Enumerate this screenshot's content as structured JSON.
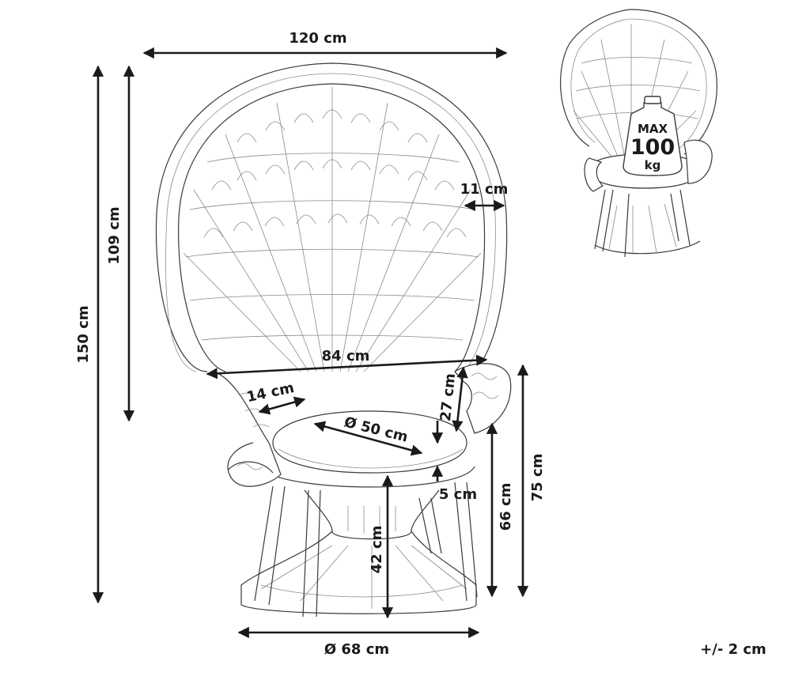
{
  "dimensions": {
    "width": "120 cm",
    "total_height": "150 cm",
    "back_height": "109 cm",
    "frame_thickness": "11 cm",
    "seat_width": "84 cm",
    "armrest_width": "14 cm",
    "cushion_diameter": "Ø 50 cm",
    "back_cushion_height": "27 cm",
    "cushion_thickness": "5 cm",
    "seat_height": "66 cm",
    "armrest_height": "75 cm",
    "base_height": "42 cm",
    "base_diameter": "Ø 68 cm"
  },
  "load_badge": {
    "label": "MAX",
    "value": "100",
    "unit": "kg"
  },
  "tolerance": "+/- 2 cm",
  "colors": {
    "ink": "#1a1a1a",
    "line": "#3a3a3a",
    "background": "#ffffff"
  }
}
